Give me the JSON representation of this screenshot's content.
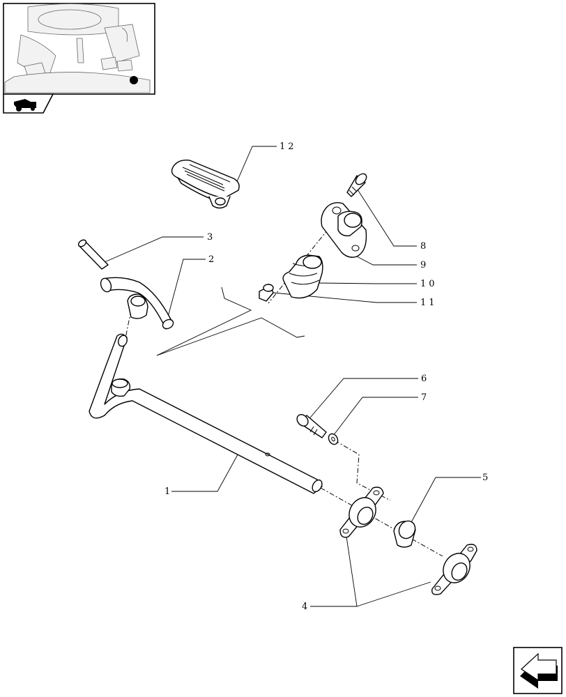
{
  "labels": {
    "p1": "1",
    "p2": "2",
    "p3": "3",
    "p4": "4",
    "p5": "5",
    "p6": "6",
    "p7": "7",
    "p8": "8",
    "p9": "9",
    "p10": "10",
    "p11": "11",
    "p12": "12"
  },
  "icons": {
    "section": "tractor-section-icon",
    "nav": "previous-page-arrow-icon"
  },
  "colors": {
    "ink": "#000000",
    "background": "#ffffff"
  }
}
